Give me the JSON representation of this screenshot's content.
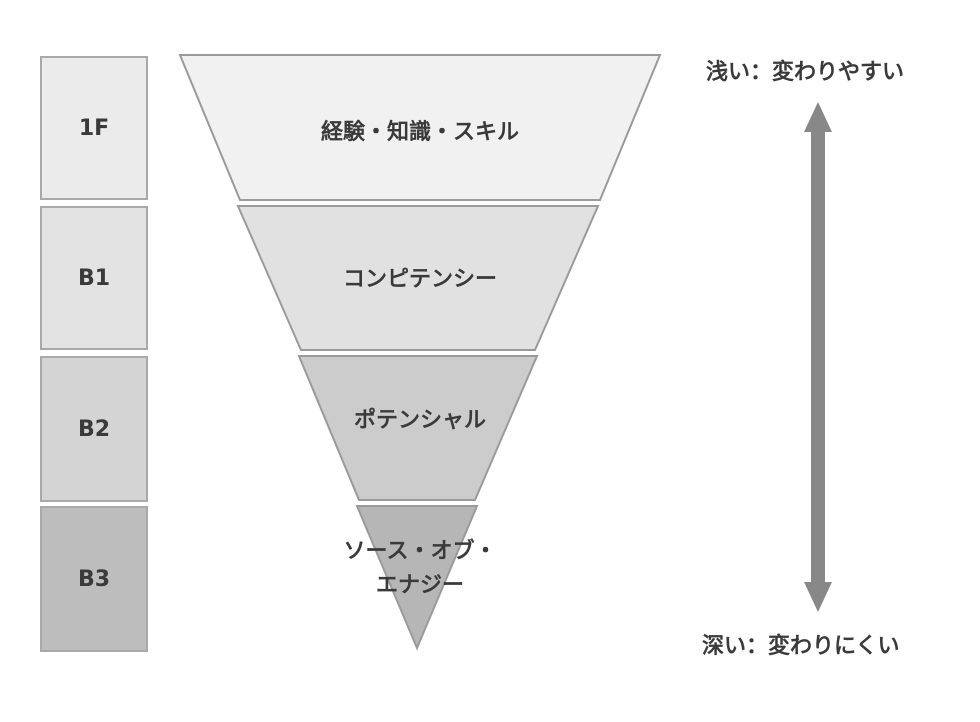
{
  "floors": [
    {
      "label": "1F"
    },
    {
      "label": "B1"
    },
    {
      "label": "B2"
    },
    {
      "label": "B3"
    }
  ],
  "layers": [
    {
      "lines": [
        "経験・知識・スキル"
      ],
      "fill": "#f1f1f1"
    },
    {
      "lines": [
        "コンピテンシー"
      ],
      "fill": "#e1e1e1"
    },
    {
      "lines": [
        "ポテンシャル"
      ],
      "fill": "#cccccc"
    },
    {
      "lines": [
        "ソース・オブ・",
        "エナジー"
      ],
      "fill": "#b6b6b6"
    }
  ],
  "scale": {
    "top_label": "浅い：変わりやすい",
    "bottom_label": "深い：変わりにくい",
    "arrow_color": "#888888"
  }
}
